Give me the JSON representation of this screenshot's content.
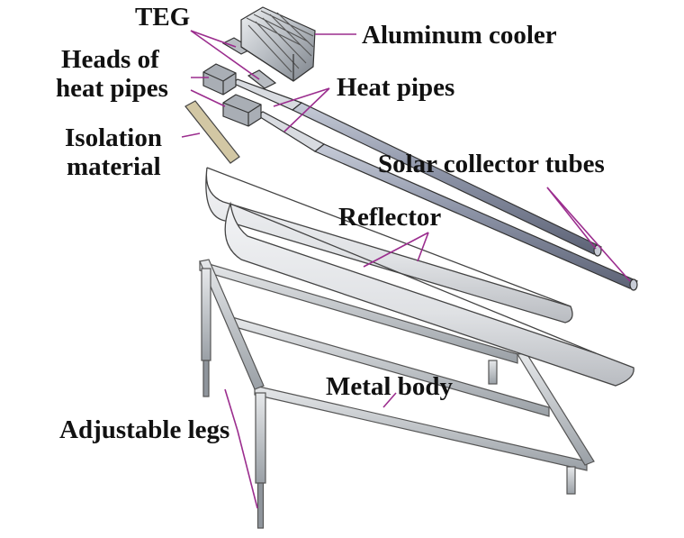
{
  "labels": {
    "teg": "TEG",
    "aluminum_cooler": "Aluminum cooler",
    "heads_line1": "Heads of",
    "heads_line2": "heat pipes",
    "heat_pipes": "Heat pipes",
    "isolation_line1": "Isolation",
    "isolation_line2": "material",
    "solar_collector_tubes": "Solar collector tubes",
    "reflector": "Reflector",
    "metal_body": "Metal body",
    "adjustable_legs": "Adjustable legs"
  },
  "colors": {
    "leader_line": "#9b2d8e",
    "metal": "#b9bec4",
    "tube": "#8e95a8",
    "reflector": "#e3e5e8",
    "isolation": "#d2c7a4"
  }
}
